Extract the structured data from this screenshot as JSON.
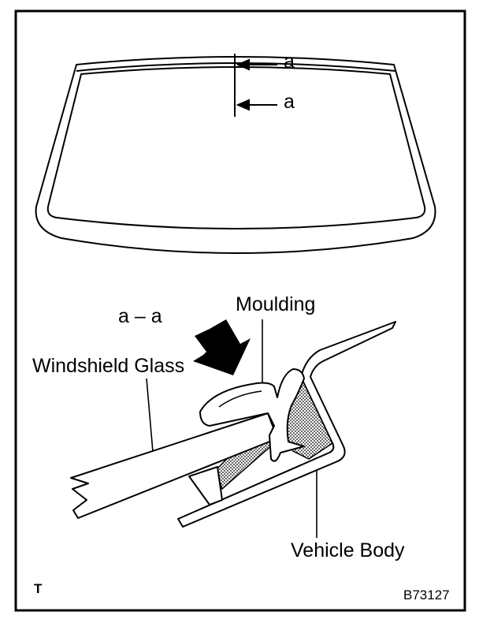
{
  "labels": {
    "section_top": "a",
    "section_bottom": "a",
    "section_view": "a – a",
    "moulding": "Moulding",
    "windshield_glass": "Windshield Glass",
    "vehicle_body": "Vehicle Body",
    "corner_mark": "T",
    "figure_code": "B73127"
  },
  "colors": {
    "ink": "#000000",
    "paper": "#ffffff"
  }
}
